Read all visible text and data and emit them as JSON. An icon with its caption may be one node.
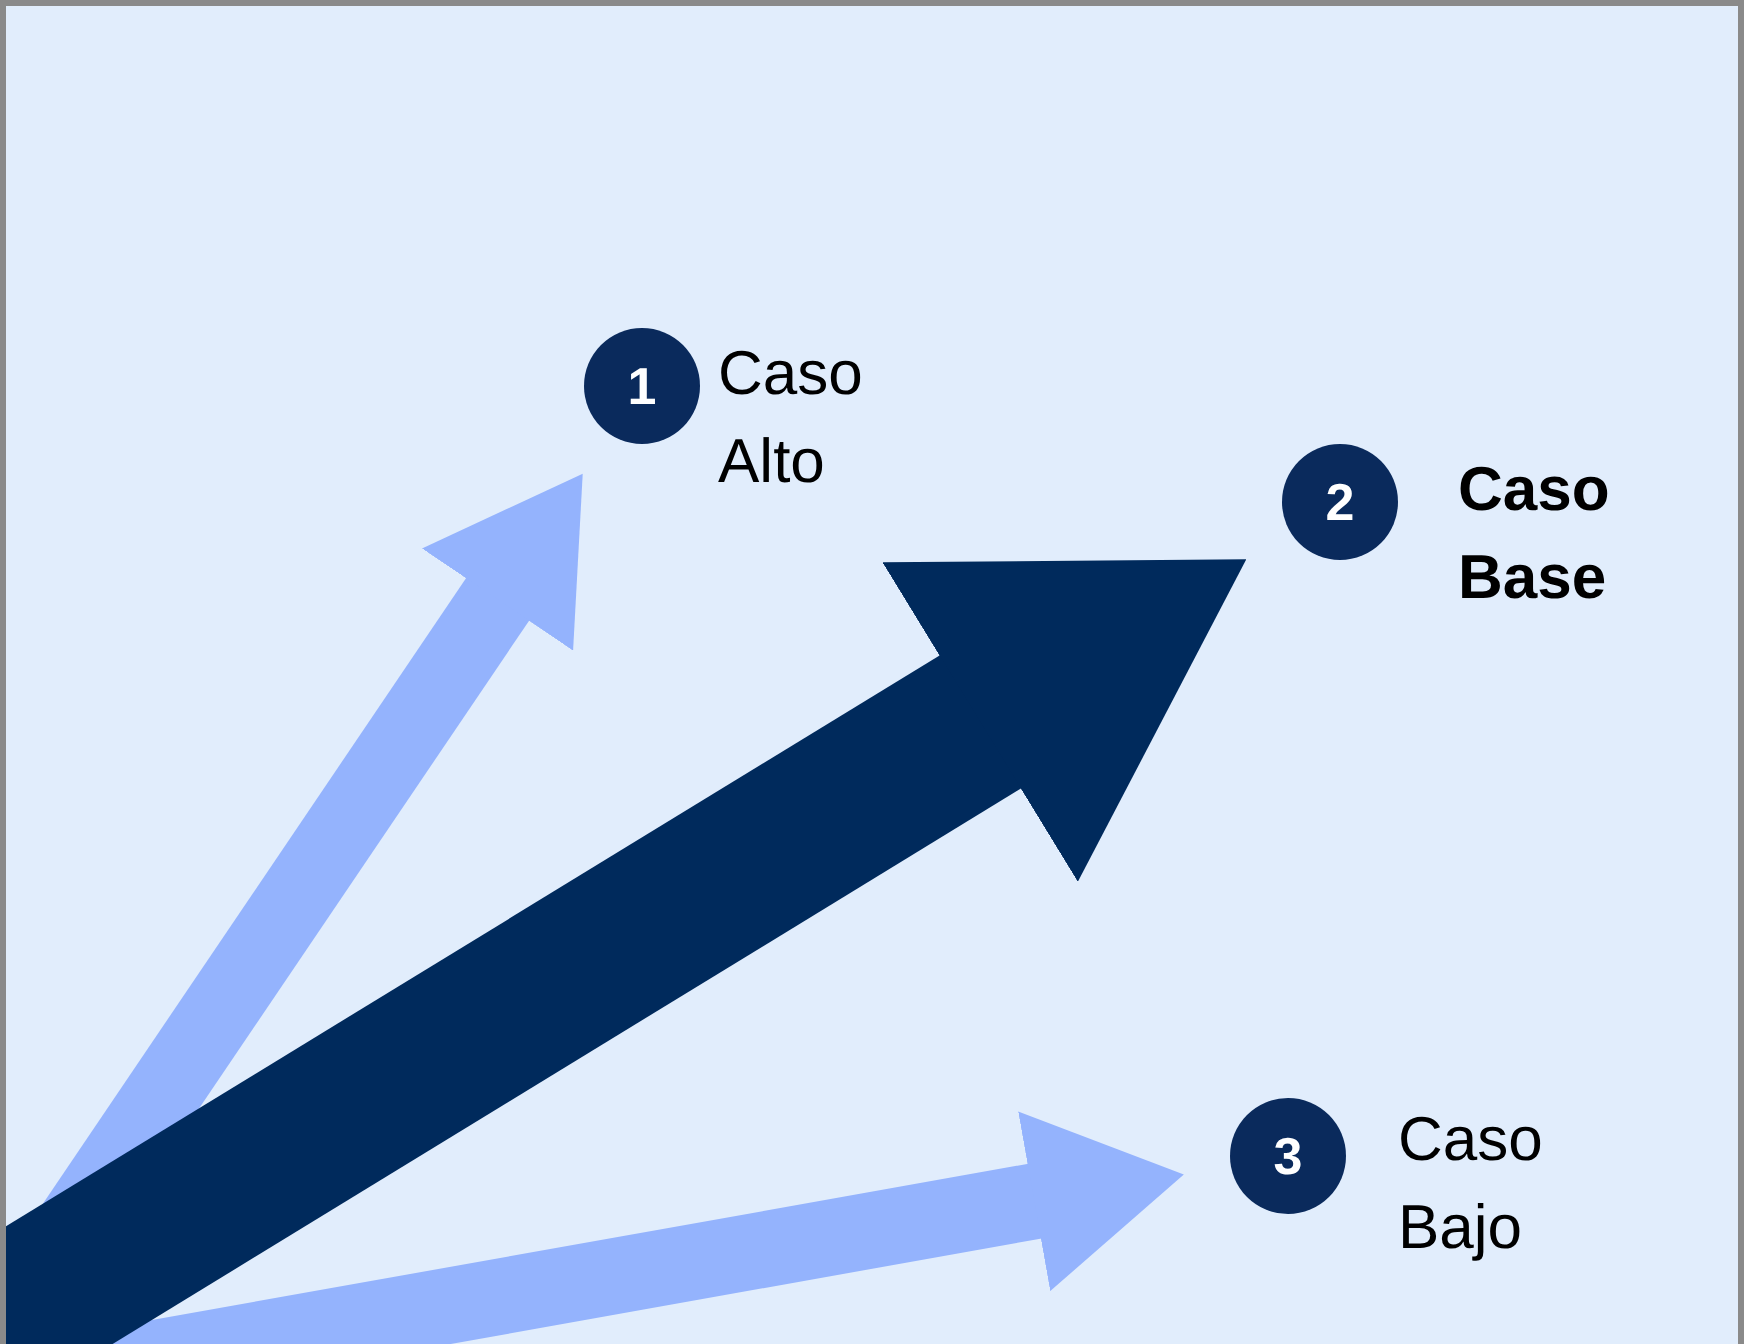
{
  "diagram": {
    "nodes": [
      {
        "text": [
          "1"
        ],
        "beside": [
          "Caso Alto"
        ]
      },
      {
        "text": [
          "2"
        ],
        "beside": [
          "Caso Base"
        ]
      },
      {
        "text": [
          "3"
        ],
        "beside": [
          "Caso Bajo"
        ]
      }
    ],
    "edges": [
      {
        "from": null,
        "to": 0,
        "arrow": "to"
      },
      {
        "from": null,
        "to": 1,
        "arrow": "to",
        "style": "thick",
        "color": "#002a5c"
      },
      {
        "from": null,
        "to": 2,
        "arrow": "to"
      }
    ]
  }
}
